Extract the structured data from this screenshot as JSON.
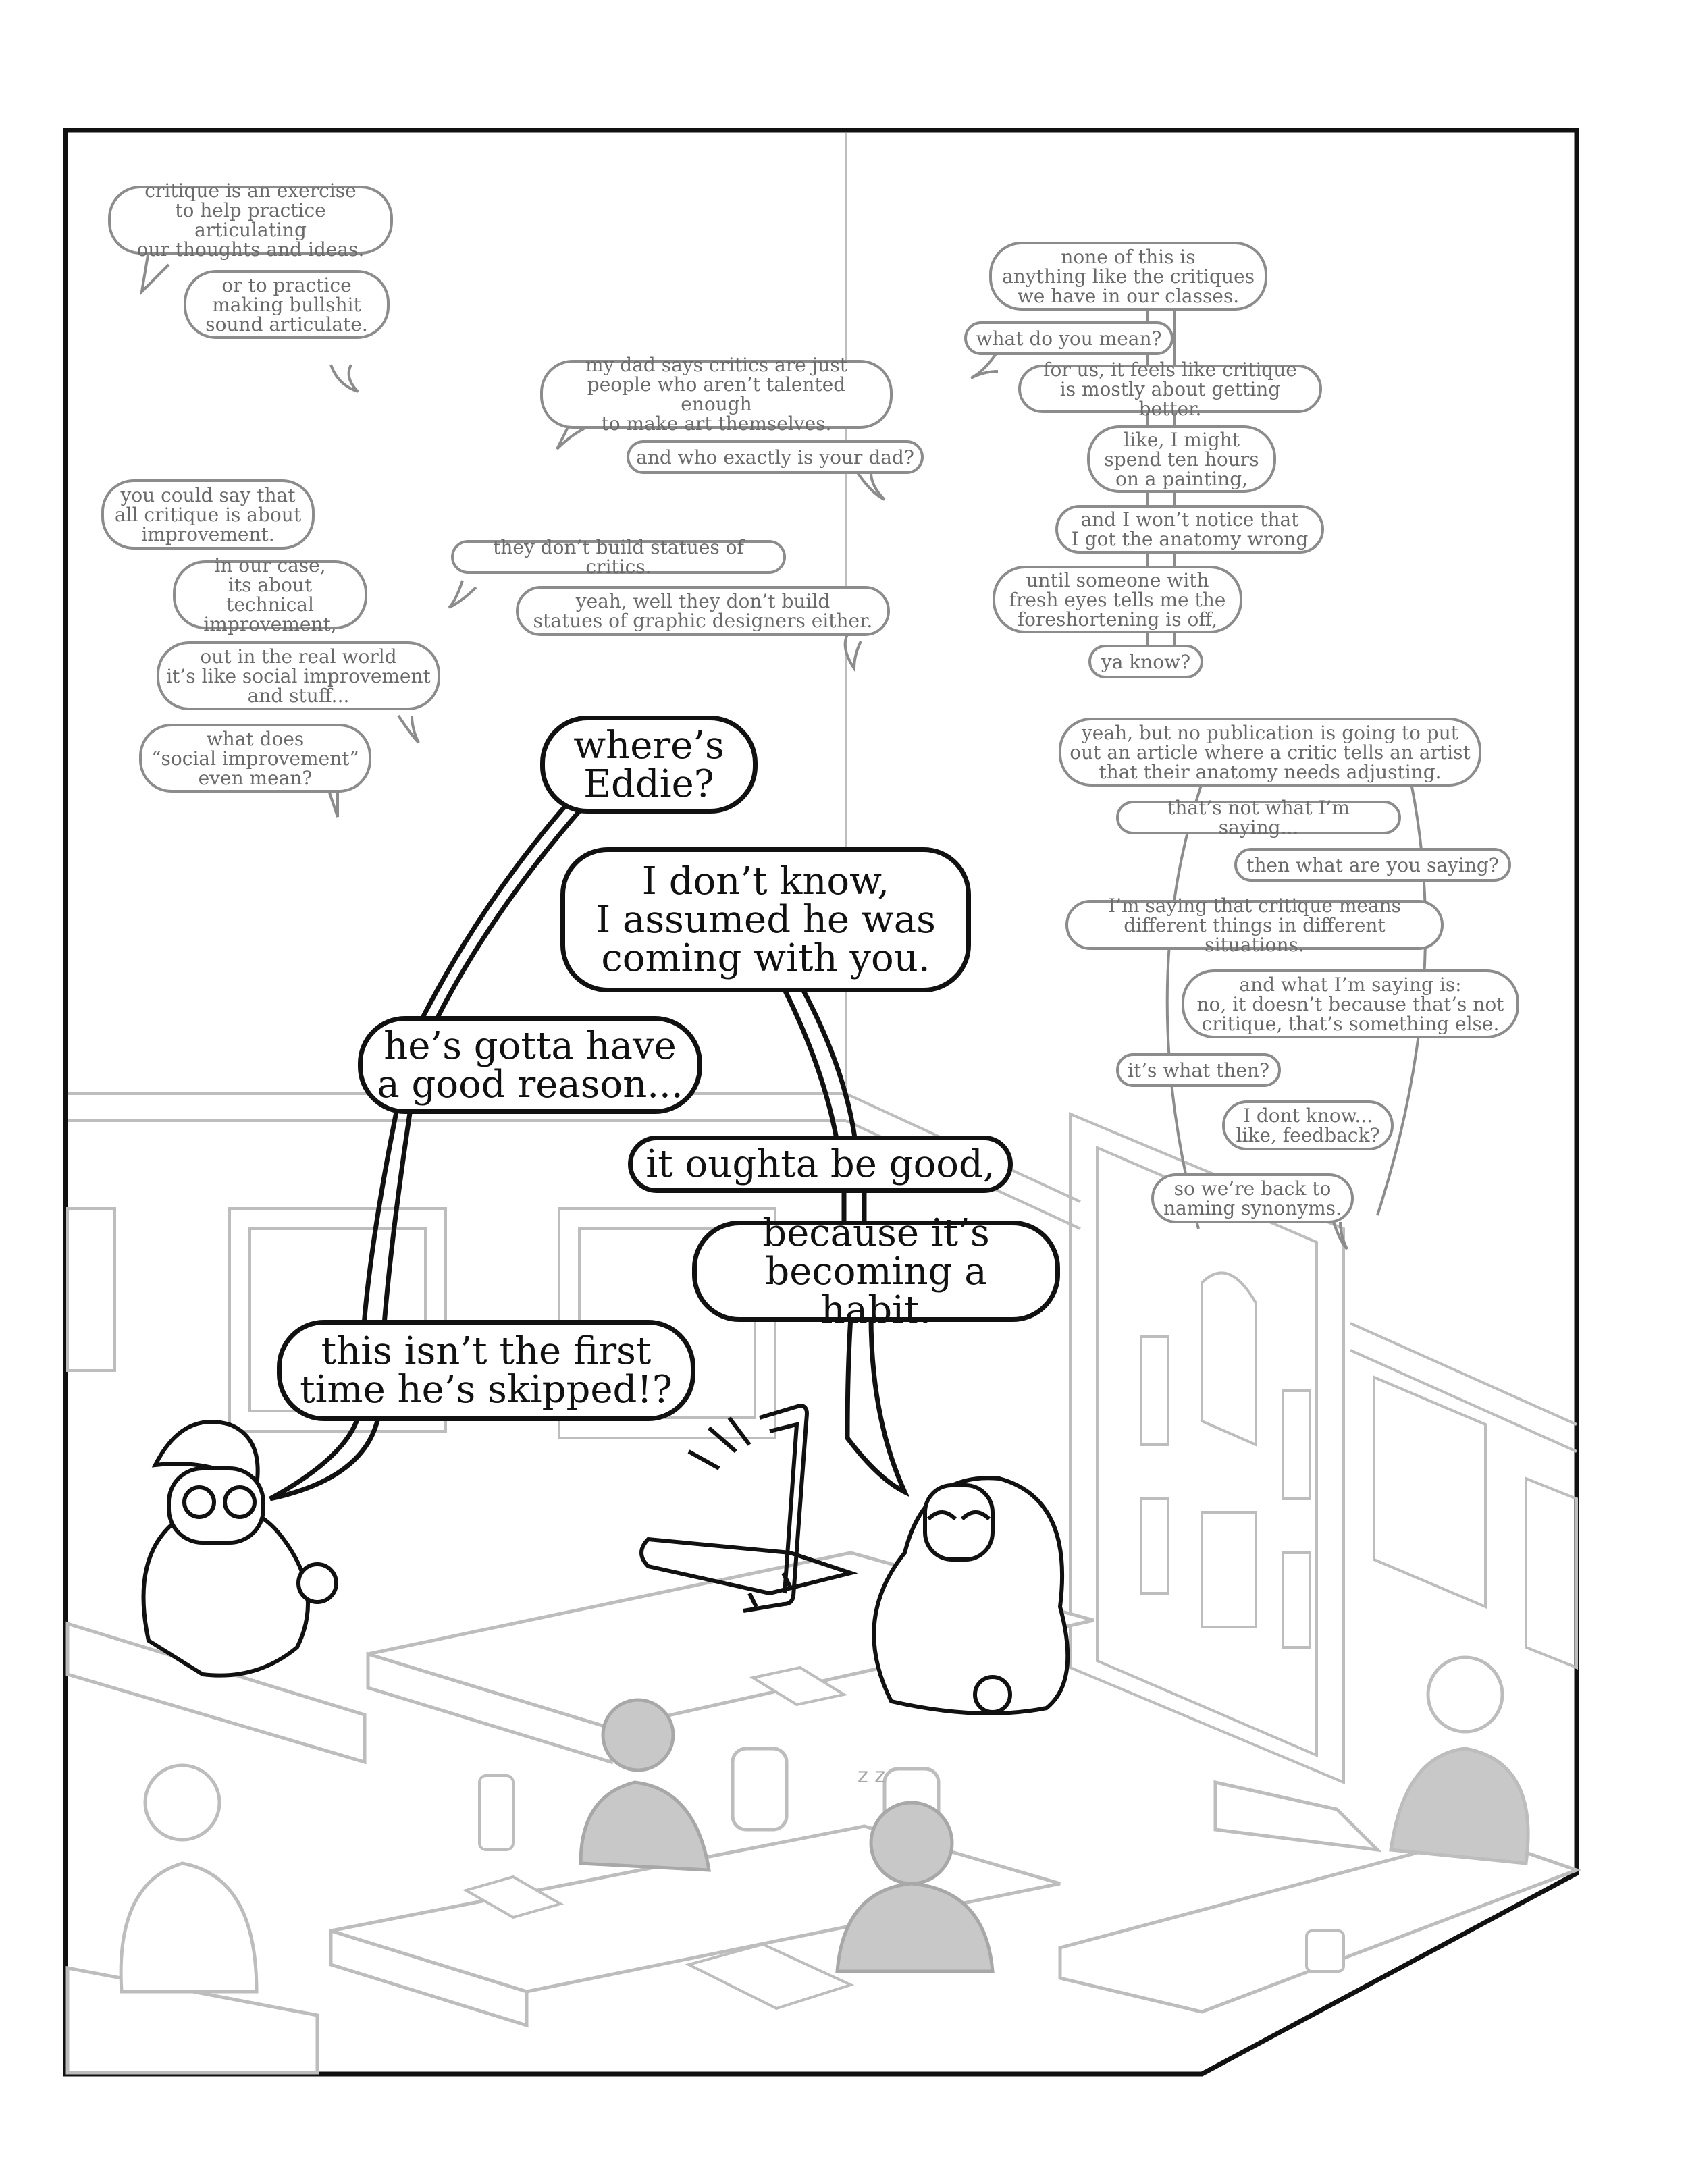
{
  "panel": {
    "background_group_dialogue": [
      {
        "id": "b1",
        "text": "critique is an exercise\nto help practice articulating\nour thoughts and ideas."
      },
      {
        "id": "b2",
        "text": "or to practice\nmaking bullshit\nsound articulate."
      },
      {
        "id": "b3",
        "text": "my dad says critics are just\npeople who aren’t talented enough\nto make art themselves."
      },
      {
        "id": "b4",
        "text": "and who exactly is your dad?"
      },
      {
        "id": "b5",
        "text": "none of this is\nanything like the critiques\nwe have in our classes."
      },
      {
        "id": "b6",
        "text": "what do you mean?"
      },
      {
        "id": "b7",
        "text": "for us, it feels like critique\nis mostly about getting better."
      },
      {
        "id": "b8",
        "text": "like, I might\nspend ten hours\non a painting,"
      },
      {
        "id": "b9",
        "text": "and I won’t notice that\nI got the anatomy wrong"
      },
      {
        "id": "b10",
        "text": "until someone with\nfresh eyes tells me the\nforeshortening is off,"
      },
      {
        "id": "b11",
        "text": "ya know?"
      },
      {
        "id": "b12",
        "text": "you could say that\nall critique is about\nimprovement."
      },
      {
        "id": "b13",
        "text": "in our case,\nits about technical\nimprovement,"
      },
      {
        "id": "b14",
        "text": "out in the real world\nit’s like social improvement\nand stuff..."
      },
      {
        "id": "b15",
        "text": "what does\n“social improvement”\neven mean?"
      },
      {
        "id": "b16",
        "text": "they don’t build statues of critics."
      },
      {
        "id": "b17",
        "text": "yeah, well they don’t build\nstatues of graphic designers either."
      },
      {
        "id": "b18",
        "text": "yeah, but no publication is going to put\nout an article where a critic tells an artist\nthat their anatomy needs adjusting."
      },
      {
        "id": "b19",
        "text": "that’s not what I’m saying..."
      },
      {
        "id": "b20",
        "text": "then what are you saying?"
      },
      {
        "id": "b21",
        "text": "I’m saying that critique means\ndifferent things in different situations."
      },
      {
        "id": "b22",
        "text": "and what I’m saying is:\nno, it doesn’t because that’s not\ncritique, that’s something else."
      },
      {
        "id": "b23",
        "text": "it’s what then?"
      },
      {
        "id": "b24",
        "text": "I dont know...\nlike, feedback?"
      },
      {
        "id": "b25",
        "text": "so we’re back to\nnaming synonyms."
      }
    ],
    "foreground_dialogue": [
      {
        "id": "f1",
        "text": "where’s\nEddie?"
      },
      {
        "id": "f2",
        "text": "I don’t know,\nI assumed he was\ncoming with you."
      },
      {
        "id": "f3",
        "text": "he’s gotta have\na good reason..."
      },
      {
        "id": "f4",
        "text": "it oughta be good,"
      },
      {
        "id": "f5",
        "text": "because it’s\nbecoming a habit."
      },
      {
        "id": "f6",
        "text": "this isn’t the first\ntime he’s skipped!?"
      }
    ],
    "colors": {
      "ink": "#111111",
      "background_ink": "#8c8c8c",
      "light_line": "#bdbdbd",
      "tone": "#c8c8c8",
      "paper": "#ffffff"
    }
  }
}
